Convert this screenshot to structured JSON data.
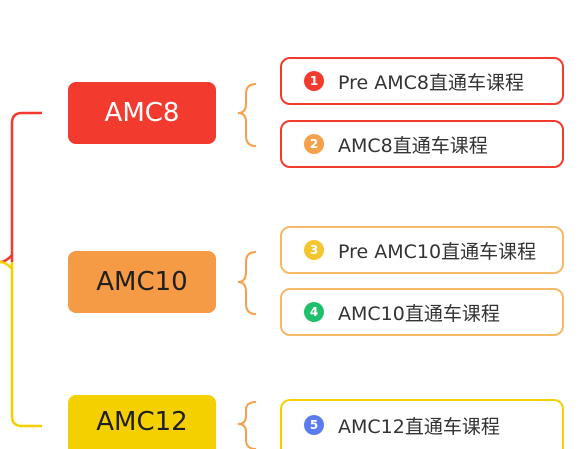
{
  "levels": [
    {
      "label": "AMC8",
      "color": "#f23a2f"
    },
    {
      "label": "AMC10",
      "color": "#f59a45"
    },
    {
      "label": "AMC12",
      "color": "#f5d000"
    }
  ],
  "courses": [
    {
      "number": "1",
      "label": "Pre AMC8直通车课程",
      "badge_color": "#f23a2f",
      "border_color": "#f23a2f"
    },
    {
      "number": "2",
      "label": "AMC8直通车课程",
      "badge_color": "#f5a04a",
      "border_color": "#f23a2f"
    },
    {
      "number": "3",
      "label": "Pre AMC10直通车课程",
      "badge_color": "#f5c52e",
      "border_color": "#f5b96a"
    },
    {
      "number": "4",
      "label": "AMC10直通车课程",
      "badge_color": "#1fbf6b",
      "border_color": "#f5b96a"
    },
    {
      "number": "5",
      "label": "AMC12直通车课程",
      "badge_color": "#5b7cf0",
      "border_color": "#f5d000"
    }
  ],
  "connector_colors": {
    "upper": "#f23a2f",
    "lower": "#f5d000",
    "bracket": "#f5a04a"
  }
}
